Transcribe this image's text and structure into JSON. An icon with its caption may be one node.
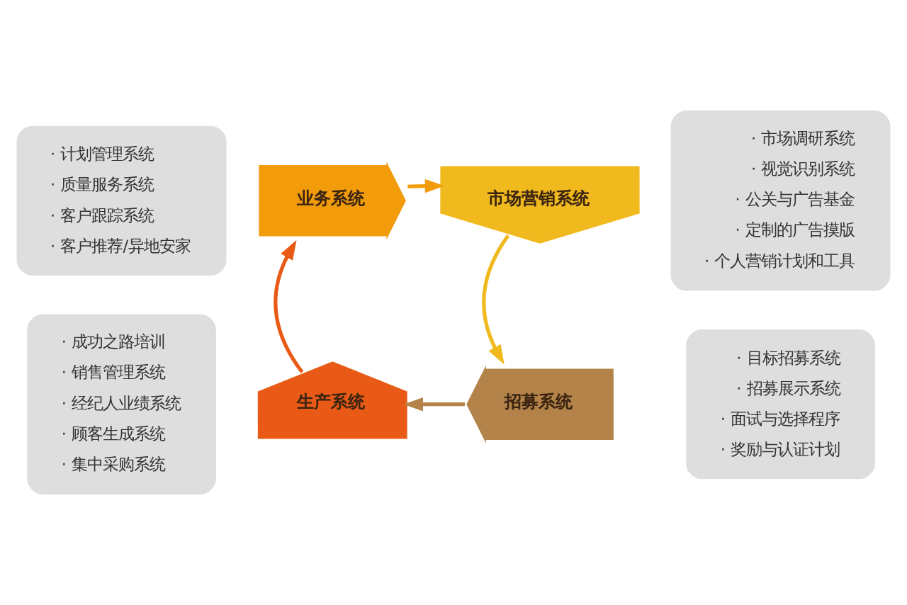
{
  "diagram": {
    "nodes": [
      {
        "text": [
          "· 计划管理系统",
          "· 质量服务系统",
          "· 客户跟踪系统",
          "· 客户推荐/异地安家"
        ]
      },
      {
        "text": [
          "· 市场调研系统",
          "· 视觉识别系统",
          "· 公关与广告基金",
          "· 定制的广告摸版",
          "· 个人营销计划和工具"
        ]
      },
      {
        "text": [
          "· 成功之路培训",
          "· 销售管理系统",
          "· 经纪人业绩系统",
          "· 顾客生成系统",
          "· 集中采购系统"
        ]
      },
      {
        "text": [
          "· 目标招募系统",
          "· 招募展示系统",
          "· 面试与选择程序",
          "· 奖励与认证计划"
        ]
      },
      {
        "text": [
          "业务系统"
        ]
      },
      {
        "text": [
          "市场营销系统"
        ]
      },
      {
        "text": [
          "招募系统"
        ]
      },
      {
        "text": [
          "生产系统"
        ]
      }
    ],
    "edges": [
      {
        "from": 4,
        "to": 5,
        "arrow": "to",
        "color": "#f29c0c"
      },
      {
        "from": 5,
        "to": 6,
        "arrow": "to",
        "color": "#f0b91e"
      },
      {
        "from": 6,
        "to": 7,
        "arrow": "to",
        "color": "#b3834a"
      },
      {
        "from": 7,
        "to": 4,
        "arrow": "to",
        "color": "#e85a16"
      }
    ]
  }
}
